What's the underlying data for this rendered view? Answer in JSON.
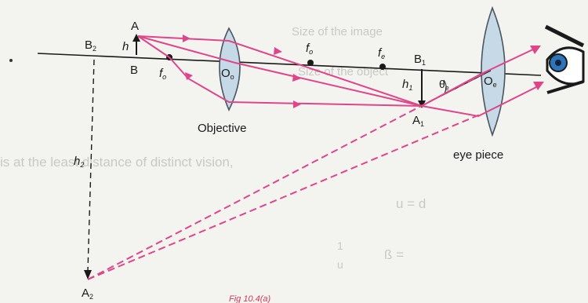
{
  "labels": {
    "A": "A",
    "h": "h",
    "B": "B",
    "B2": "B",
    "B2_sub": "2",
    "f_o_left": "f",
    "f_o_left_sub": "o",
    "O_o": "O",
    "O_o_sub": "o",
    "f_o_right": "f",
    "f_o_right_sub": "o",
    "f_e": "f",
    "f_e_sub": "e",
    "B1": "B",
    "B1_sub": "1",
    "h1": "h",
    "h1_sub": "1",
    "theta_e": "θ",
    "theta_e_sub": "e",
    "O_e": "O",
    "O_e_sub": "e",
    "A1": "A",
    "A1_sub": "1",
    "h2": "h",
    "h2_sub": "2",
    "A2": "A",
    "A2_sub": "2",
    "objective": "Objective",
    "eyepiece": "eye piece",
    "caption": "Fig 10.4(a)"
  },
  "background_text": {
    "line1": "Size of the image",
    "line2": "Size of the object",
    "line3": "is at the least distance of distinct vision,",
    "line4": "u = d",
    "line5": "ß = ",
    "frac_num": "1",
    "frac_den": "u"
  },
  "colors": {
    "ray": "#e0458a",
    "lens_fill": "#c6d9e6",
    "lens_stroke": "#4a5560",
    "axis": "#1a1a1a",
    "caption": "#d03a5a"
  }
}
